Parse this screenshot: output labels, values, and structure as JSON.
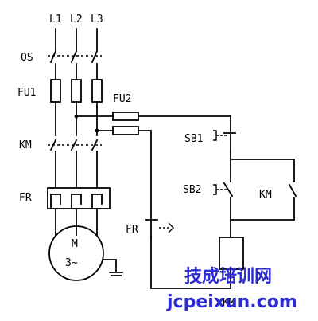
{
  "labels": {
    "l1": "L1",
    "l2": "L2",
    "l3": "L3",
    "qs": "QS",
    "fu1": "FU1",
    "fu2": "FU2",
    "km_main": "KM",
    "fr_main": "FR",
    "motor_m": "M",
    "motor_phase": "3~",
    "sb1": "SB1",
    "sb2": "SB2",
    "km_aux": "KM",
    "fr_contact": "FR",
    "km_coil": "KM"
  },
  "watermark": {
    "line1": "技成培训网",
    "line2": "jcpeixun.com"
  },
  "colors": {
    "line": "#000000",
    "watermark": "#2b2bd6"
  }
}
